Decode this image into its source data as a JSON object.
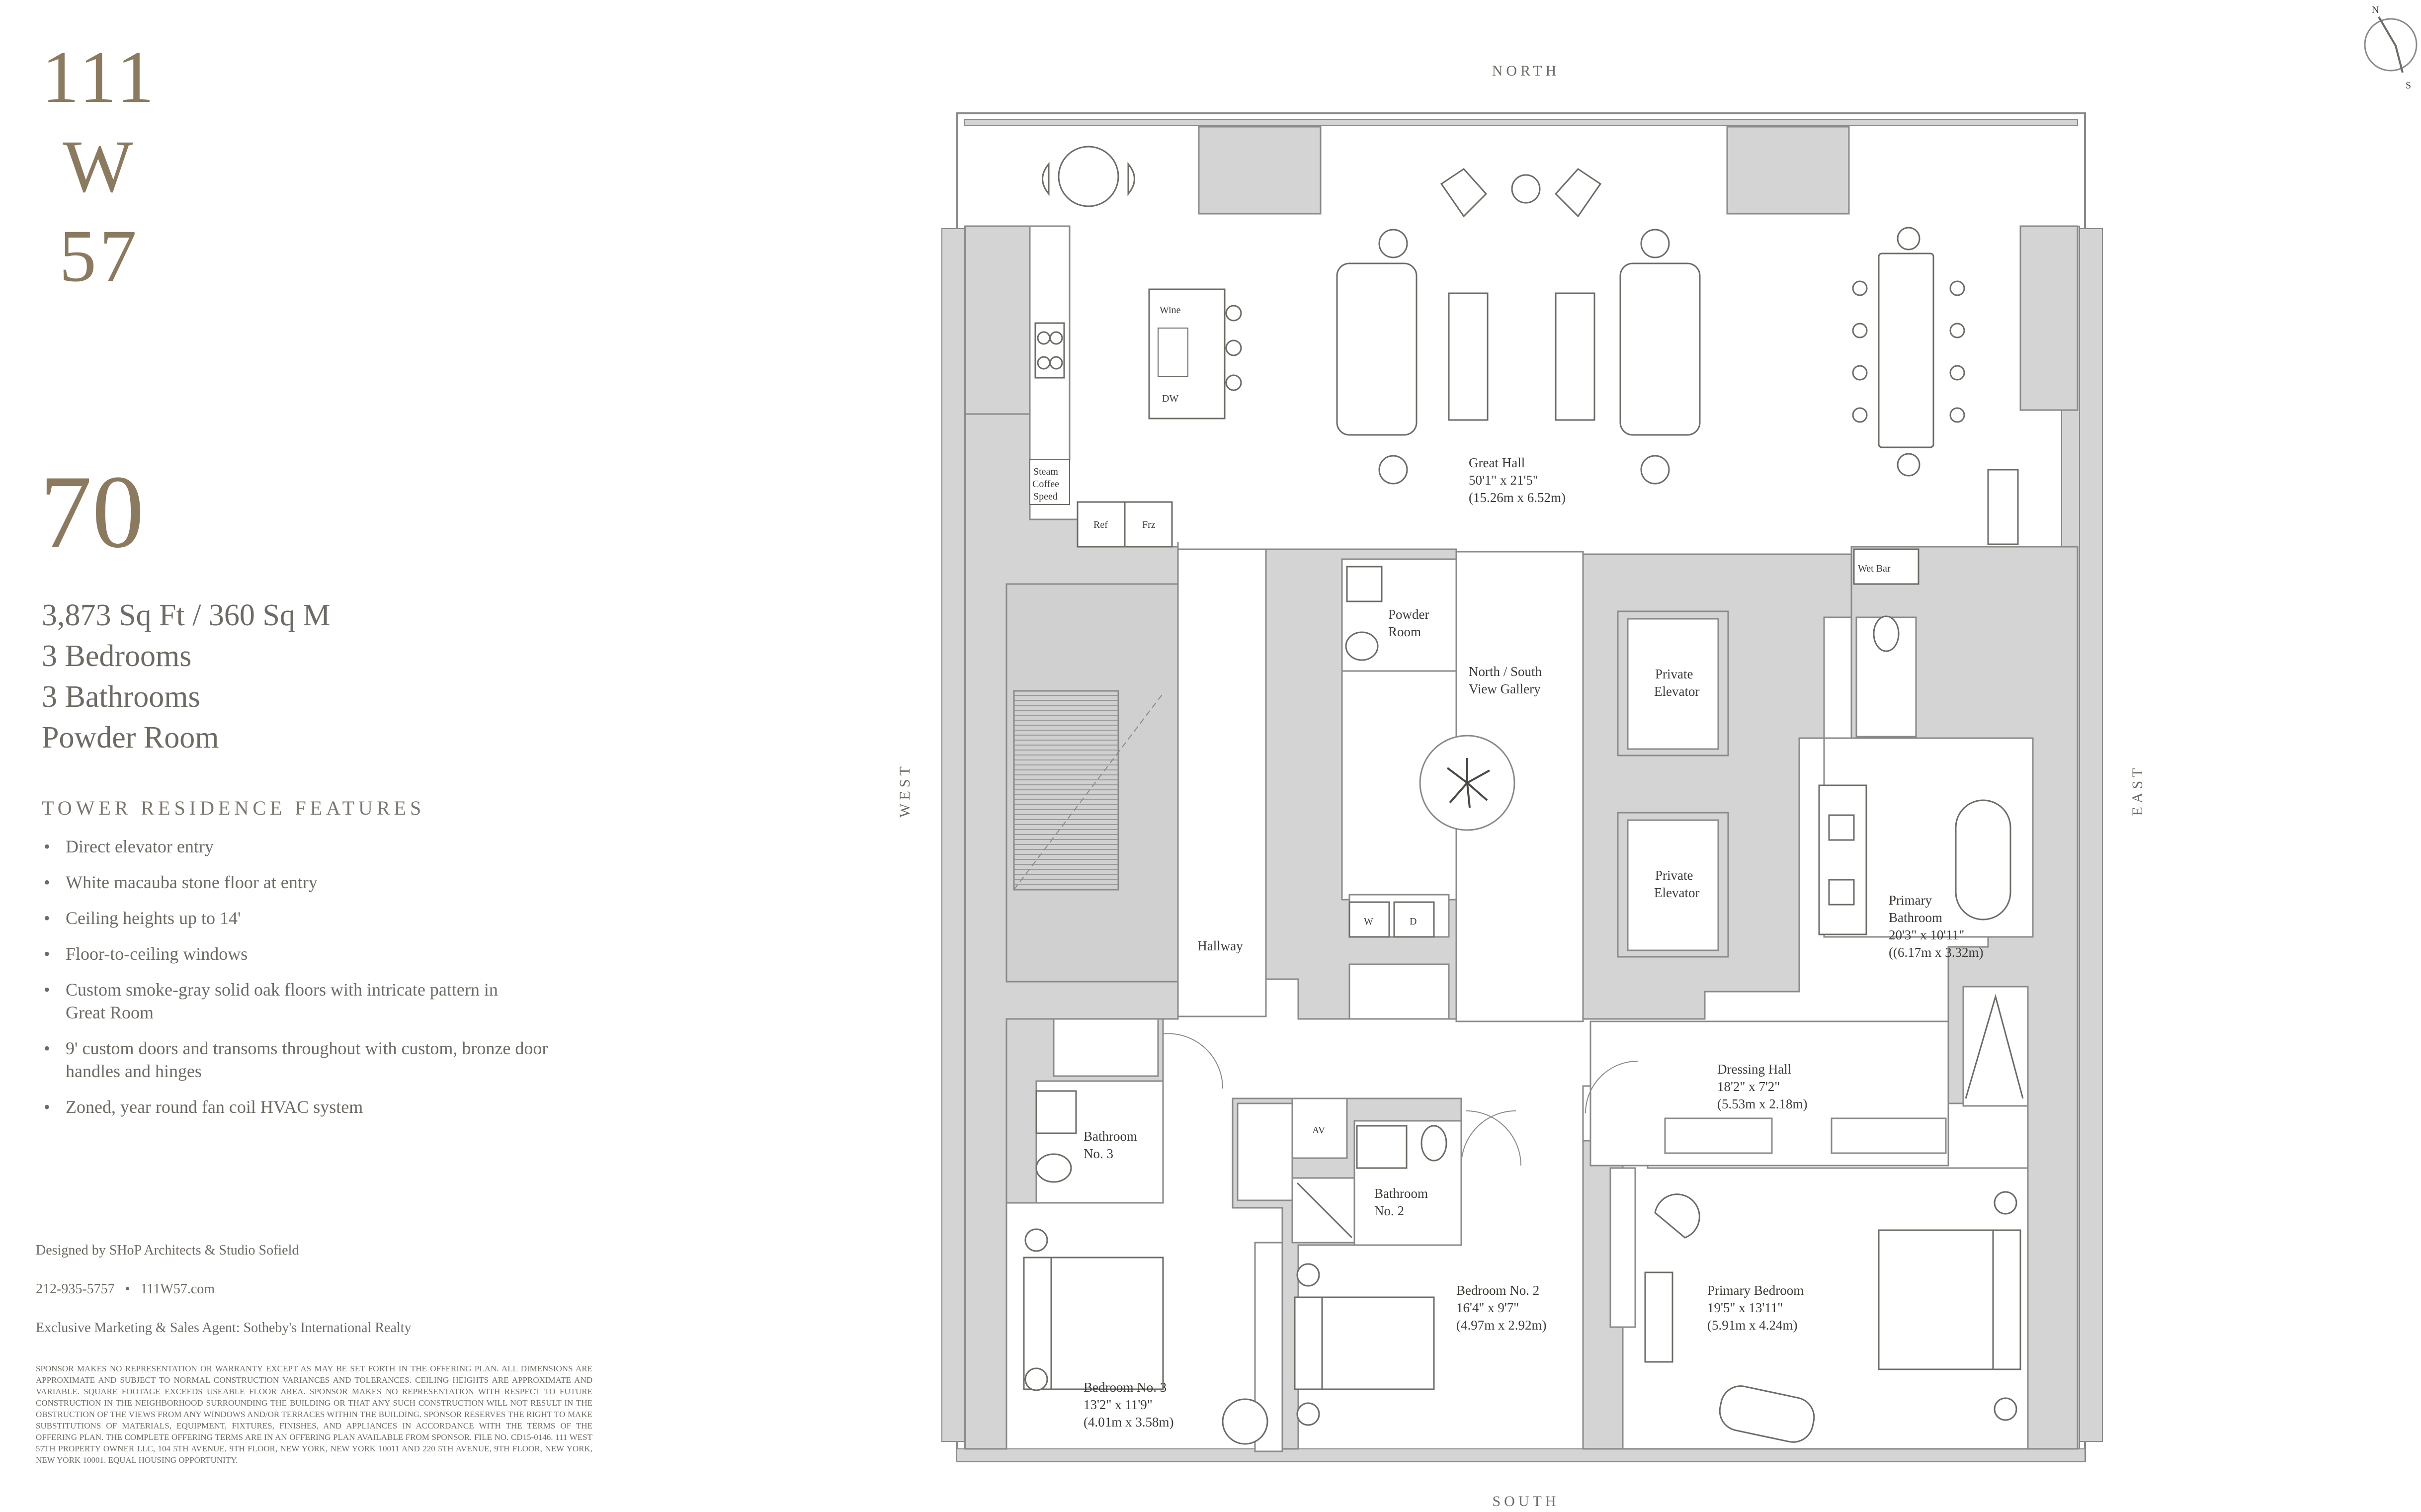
{
  "logo": {
    "line1": "111",
    "line2": "W",
    "line3": "57"
  },
  "residence": {
    "number": "70",
    "area": "3,873 Sq Ft / 360 Sq M",
    "bedrooms": "3 Bedrooms",
    "bathrooms": "3 Bathrooms",
    "powder": "Powder Room"
  },
  "features": {
    "title": "TOWER RESIDENCE FEATURES",
    "bullet": "•",
    "items": [
      "Direct elevator entry",
      "White macauba stone floor at entry",
      "Ceiling heights up to 14'",
      "Floor-to-ceiling windows",
      "Custom smoke-gray solid oak floors with intricate pattern in Great Room",
      "9' custom doors and transoms throughout with custom, bronze door handles and hinges",
      "Zoned, year round fan coil HVAC system"
    ]
  },
  "credits": {
    "designed_by": "Designed by SHoP Architects & Studio Sofield",
    "phone": "212-935-5757",
    "separator": "•",
    "website": "111W57.com",
    "agent": "Exclusive Marketing & Sales Agent: Sotheby's International Realty"
  },
  "disclaimer": "SPONSOR MAKES NO REPRESENTATION OR WARRANTY EXCEPT AS MAY BE SET FORTH IN THE OFFERING PLAN. ALL DIMENSIONS ARE APPROXIMATE AND SUBJECT TO NORMAL CONSTRUCTION VARIANCES AND TOLERANCES. CEILING HEIGHTS ARE APPROXIMATE AND VARIABLE. SQUARE FOOTAGE EXCEEDS USEABLE FLOOR AREA. SPONSOR MAKES NO REPRESENTATION WITH RESPECT TO FUTURE CONSTRUCTION IN THE NEIGHBORHOOD SURROUNDING THE BUILDING OR THAT ANY SUCH CONSTRUCTION WILL NOT RESULT IN THE OBSTRUCTION OF THE VIEWS FROM ANY WINDOWS AND/OR TERRACES WITHIN THE BUILDING. SPONSOR RESERVES THE RIGHT TO MAKE SUBSTITUTIONS OF MATERIALS, EQUIPMENT, FIXTURES, FINISHES, AND APPLIANCES IN ACCORDANCE WITH THE TERMS OF THE OFFERING PLAN. THE COMPLETE OFFERING TERMS ARE IN AN OFFERING PLAN AVAILABLE FROM SPONSOR. FILE NO. CD15-0146. 111 WEST 57TH PROPERTY OWNER LLC, 104 5TH AVENUE, 9TH FLOOR, NEW YORK, NEW YORK 10011 AND 220 5TH AVENUE, 9TH FLOOR, NEW YORK, NEW YORK 10001. EQUAL HOUSING OPPORTUNITY.",
  "compass": {
    "north": "NORTH",
    "south": "SOUTH",
    "east": "EAST",
    "west": "WEST",
    "n": "N",
    "s": "S"
  },
  "rooms": {
    "great_hall": [
      "Great Hall",
      "50'1\" x 21'5\"",
      "(15.26m x 6.52m)"
    ],
    "powder": [
      "Powder",
      "Room"
    ],
    "gallery": [
      "North / South",
      "View Gallery"
    ],
    "elevator1": [
      "Private",
      "Elevator"
    ],
    "elevator2": [
      "Private",
      "Elevator"
    ],
    "hallway": "Hallway",
    "primary_bath": [
      "Primary",
      "Bathroom",
      "20'3\" x 10'11\"",
      "((6.17m x 3.32m)"
    ],
    "dressing": [
      "Dressing Hall",
      "18'2\" x 7'2\"",
      "(5.53m x 2.18m)"
    ],
    "bath3": [
      "Bathroom",
      "No. 3"
    ],
    "bath2": [
      "Bathroom",
      "No. 2"
    ],
    "bed3": [
      "Bedroom No. 3",
      "13'2\" x 11'9\"",
      "(4.01m x 3.58m)"
    ],
    "bed2": [
      "Bedroom No. 2",
      "16'4\" x 9'7\"",
      "(4.97m x 2.92m)"
    ],
    "primary_bed": [
      "Primary Bedroom",
      "19'5\" x 13'11\"",
      "(5.91m x 4.24m)"
    ]
  },
  "fixtures": {
    "wine": "Wine",
    "dw": "DW",
    "coffee": [
      "Steam",
      "Coffee",
      "Speed"
    ],
    "ref": "Ref",
    "frz": "Frz",
    "wet_bar": "Wet Bar",
    "washer": "W",
    "dryer": "D",
    "av": "AV"
  },
  "colors": {
    "accent": "#8c7a60",
    "wall": "#d4d4d4",
    "wall_stroke": "#8a8a8a",
    "text": "#6e6a64"
  }
}
